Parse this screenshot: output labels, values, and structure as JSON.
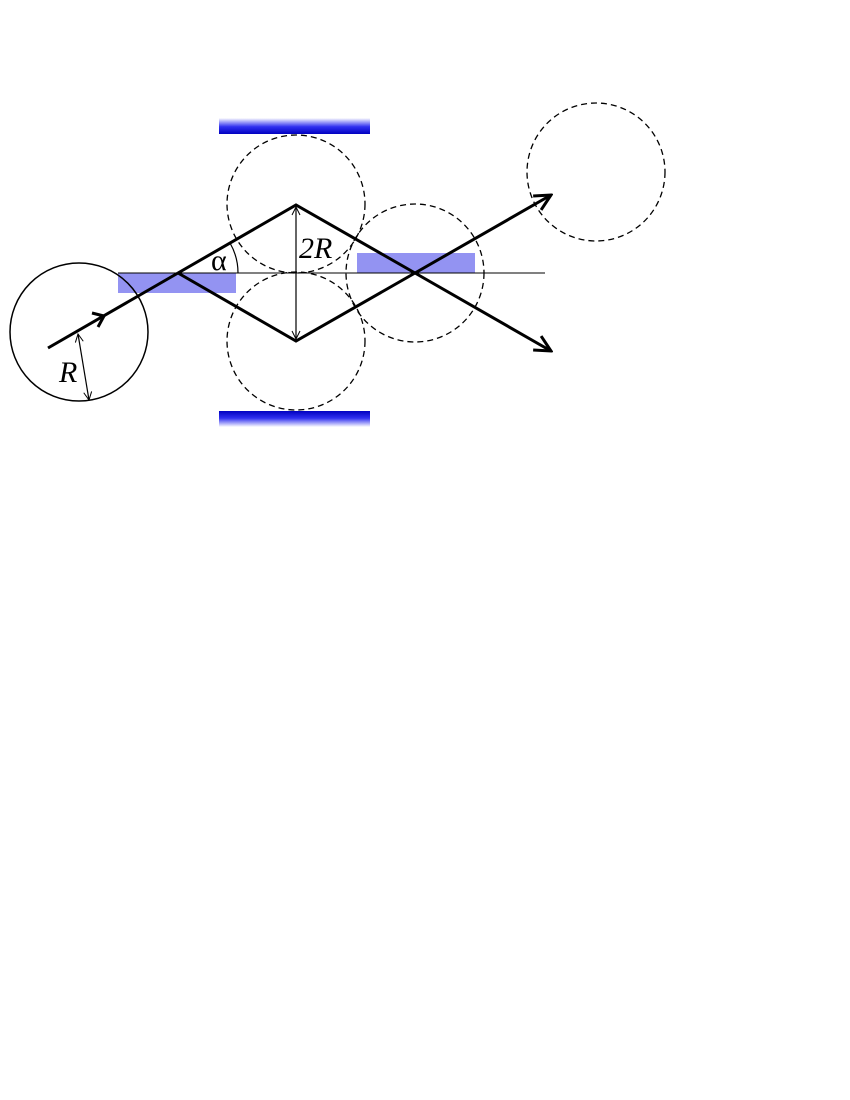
{
  "labels": {
    "angle": "α",
    "separation": "2R",
    "radius": "R"
  },
  "colors": {
    "mirror_dark": "#1010e0",
    "mirror_light": "#ffffff",
    "beam_splitter": "#8080f0",
    "line": "#000000"
  }
}
